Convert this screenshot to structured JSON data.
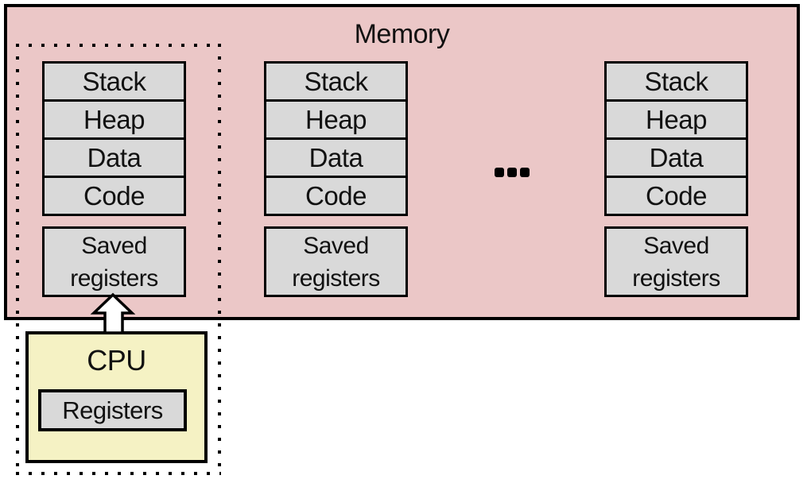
{
  "memory": {
    "title": "Memory",
    "bg_color": "#ebc7c7",
    "ellipsis_icon": "three-dots"
  },
  "columns": [
    {
      "segments": [
        "Stack",
        "Heap",
        "Data",
        "Code"
      ],
      "saved_registers": "Saved registers"
    },
    {
      "segments": [
        "Stack",
        "Heap",
        "Data",
        "Code"
      ],
      "saved_registers": "Saved registers"
    },
    {
      "segments": [
        "Stack",
        "Heap",
        "Data",
        "Code"
      ],
      "saved_registers": "Saved registers"
    }
  ],
  "cpu": {
    "title": "CPU",
    "registers": "Registers",
    "bg_color": "#f5f2c4"
  },
  "colors": {
    "memory_bg": "#ebc7c7",
    "segment_bg": "#d9d9d9",
    "cpu_bg": "#f5f2c4",
    "border": "#000000",
    "arrow_fill": "#ffffff"
  }
}
